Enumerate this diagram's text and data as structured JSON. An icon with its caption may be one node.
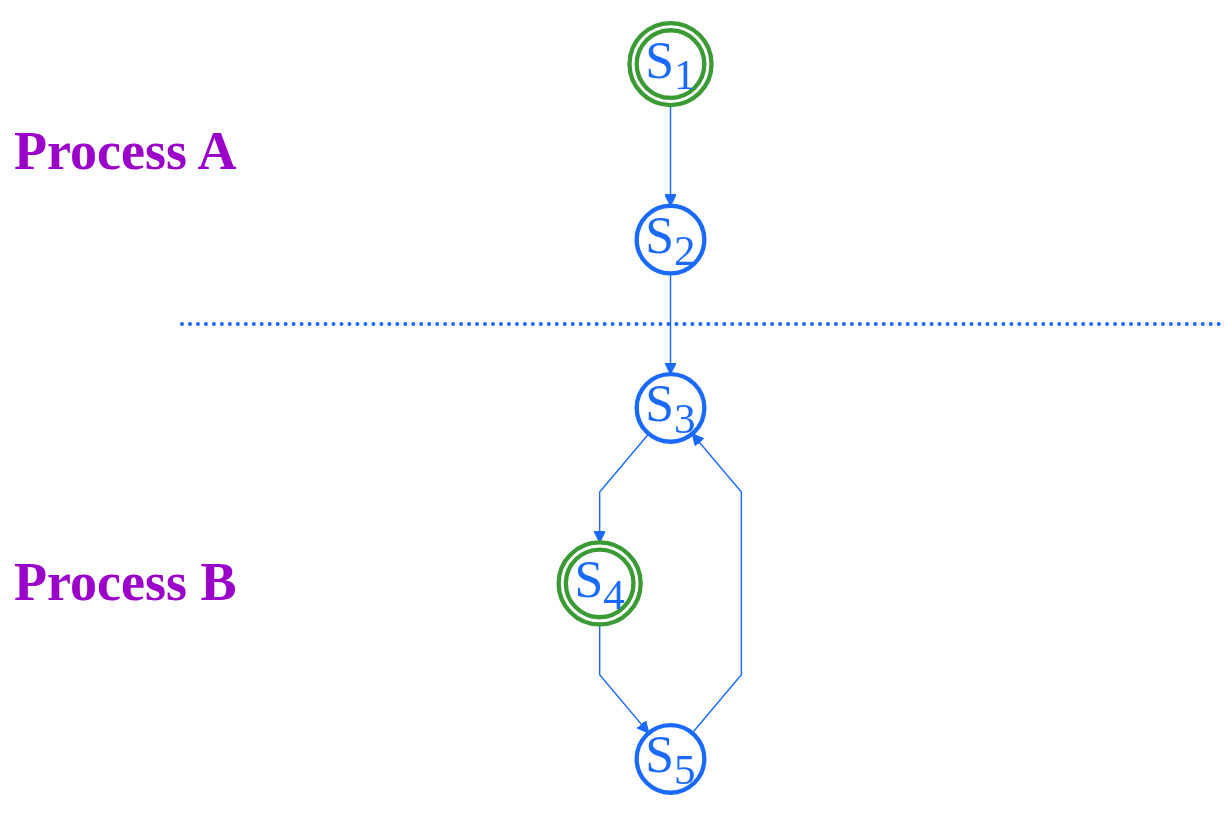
{
  "diagram": {
    "nodes": [
      {
        "text": [
          "S$_{1}$"
        ]
      },
      {
        "text": [
          "S$_{2}$"
        ]
      },
      {
        "text": [
          "S$_{3}$"
        ]
      },
      {
        "text": [
          "S$_{4}$"
        ]
      },
      {
        "text": [
          "S$_{5}$"
        ]
      }
    ],
    "edges": [
      {
        "from": 0,
        "to": 1,
        "arrow": "to"
      },
      {
        "from": 1,
        "to": 2,
        "arrow": "to"
      },
      {
        "from": 2,
        "to": 3,
        "arrow": "to"
      },
      {
        "from": 3,
        "to": 4,
        "arrow": "to"
      },
      {
        "from": 4,
        "to": 2,
        "arrow": "to"
      }
    ],
    "labels": [
      "Process A",
      "Process B"
    ]
  }
}
